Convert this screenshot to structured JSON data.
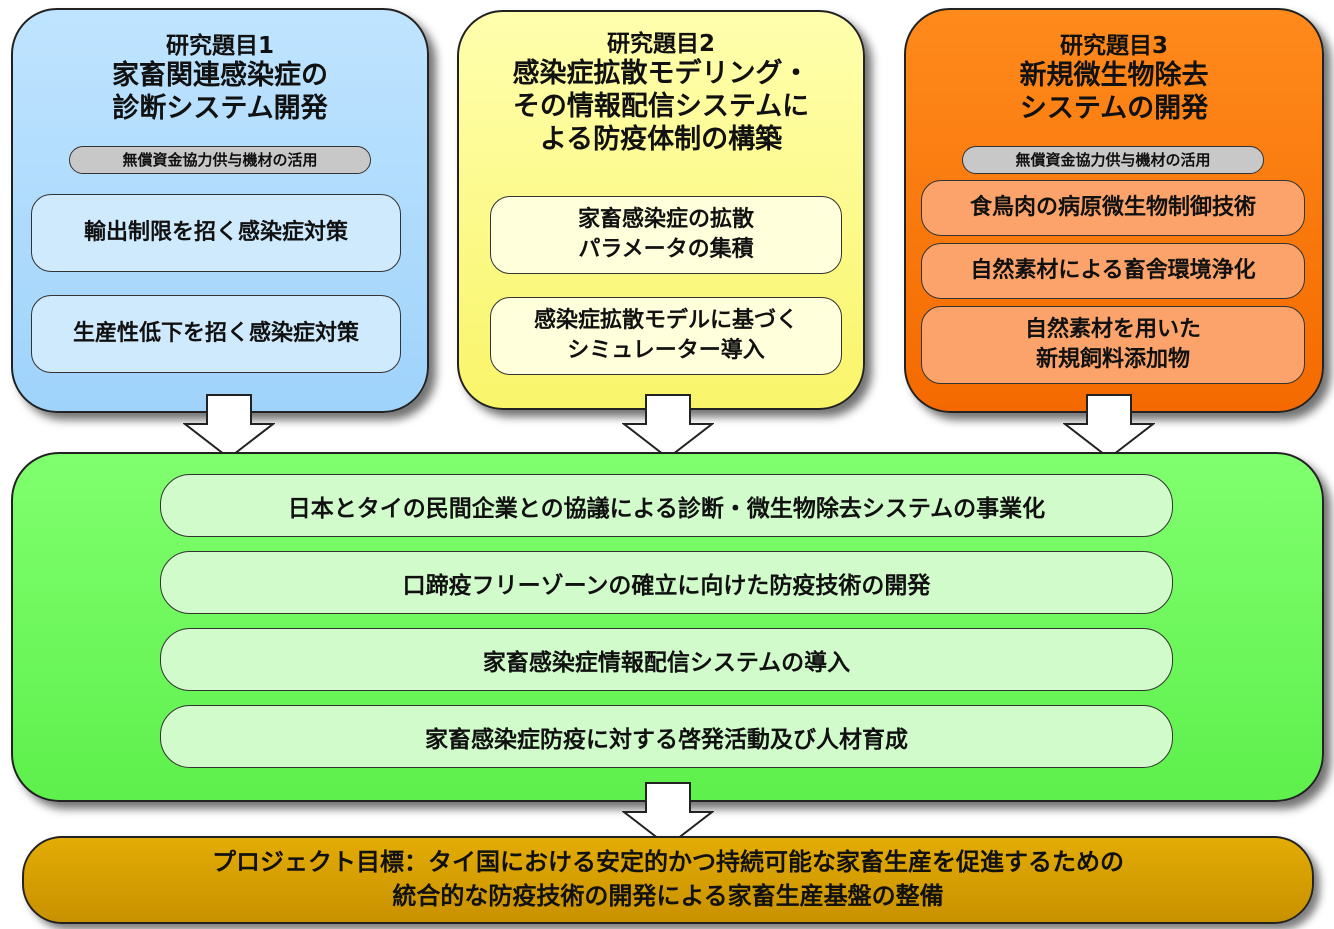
{
  "topics": [
    {
      "label": "研究題目1",
      "title_lines": [
        "家畜関連感染症の",
        "診断システム開発"
      ],
      "tag": "無償資金協力供与機材の活用",
      "items": [
        {
          "lines": [
            "輸出制限を招く感染症対策"
          ]
        },
        {
          "lines": [
            "生産性低下を招く感染症対策"
          ]
        }
      ],
      "color": "#a6d6fb"
    },
    {
      "label": "研究題目2",
      "title_lines": [
        "感染症拡散モデリング・",
        "その情報配信システムに",
        "よる防疫体制の構築"
      ],
      "items": [
        {
          "lines": [
            "家畜感染症の拡散",
            "パラメータの集積"
          ]
        },
        {
          "lines": [
            "感染症拡散モデルに基づく",
            "シミュレーター導入"
          ]
        }
      ],
      "color": "#fbf77a"
    },
    {
      "label": "研究題目3",
      "title_lines": [
        "新規微生物除去",
        "システムの開発"
      ],
      "tag": "無償資金協力供与機材の活用",
      "items": [
        {
          "lines": [
            "食鳥肉の病原微生物制御技術"
          ]
        },
        {
          "lines": [
            "自然素材による畜舎環境浄化"
          ]
        },
        {
          "lines": [
            "自然素材を用いた",
            "新規飼料添加物"
          ]
        }
      ],
      "color": "#f57300"
    }
  ],
  "outcomes": [
    "日本とタイの民間企業との協議による診断・微生物除去システムの事業化",
    "口蹄疫フリーゾーンの確立に向けた防疫技術の開発",
    "家畜感染症情報配信システムの導入",
    "家畜感染症防疫に対する啓発活動及び人材育成"
  ],
  "goal": {
    "lines": [
      "プロジェクト目標：タイ国における安定的かつ持続可能な家畜生産を促進するための",
      "統合的な防疫技術の開発による家畜生産基盤の整備"
    ],
    "color": "#d9a000"
  }
}
